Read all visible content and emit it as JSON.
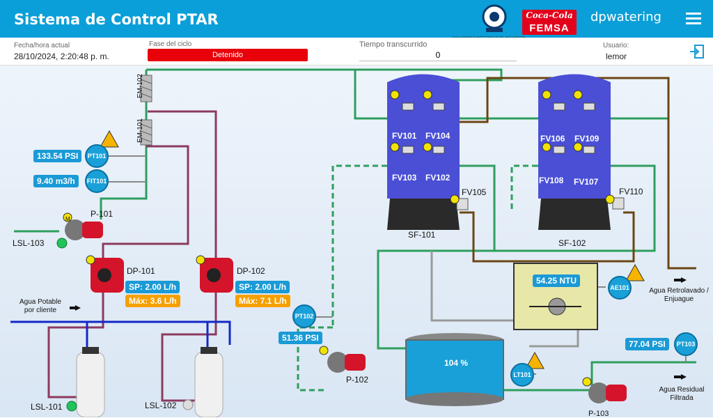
{
  "header": {
    "title": "Sistema de Control PTAR",
    "ing_caption": "SOLUCIONES INTEGRALES DE INGENIERIA",
    "coke_top": "Coca-Cola",
    "coke_bottom": "FEMSA",
    "dp_logo": "dpwatering",
    "menu_icon": "hamburger-menu-icon"
  },
  "info": {
    "datetime_label": "Fecha/hora actual",
    "datetime": "28/10/2024, 2:20:48 p. m.",
    "phase_label": "Fase del ciclo",
    "phase": "Detenido",
    "phase_color": "#e8000a",
    "elapsed_label": "Tiempo transcurrido",
    "elapsed": "0",
    "user_label": "Usuario:",
    "user": "lemor"
  },
  "instruments": {
    "em102": "EM-102",
    "em101": "EM-101",
    "pt101": "PT101",
    "pt101_val": "133.54 PSI",
    "fit101": "FIT101",
    "fit101_val": "9.40 m3/h",
    "p101": "P-101",
    "lsl103": "LSL-103",
    "dp101": "DP-101",
    "dp101_sp": "SP: 2.00 L/h",
    "dp101_max": "Máx: 3.6 L/h",
    "dp102": "DP-102",
    "dp102_sp": "SP: 2.00 L/h",
    "dp102_max": "Máx: 7.1 L/h",
    "agua_potable": "Agua Potable por cliente",
    "lsl101": "LSL-101",
    "lsl102": "LSL-102",
    "pt102": "PT102",
    "pt102_val": "51.36 PSI",
    "p102": "P-102",
    "sf101": "SF-101",
    "sf102": "SF-102",
    "fv101": "FV101",
    "fv104": "FV104",
    "fv103": "FV103",
    "fv102": "FV102",
    "fv105": "FV105",
    "fv106": "FV106",
    "fv109": "FV109",
    "fv108": "FV108",
    "fv107": "FV107",
    "fv110": "FV110",
    "ntu_val": "54.25 NTU",
    "ae101": "AE101",
    "agua_retro": "Agua Retrolavado / Enjuague",
    "tank_level": "104 %",
    "lt101": "LT101",
    "pt103": "PT103",
    "pt103_val": "77.04 PSI",
    "agua_residual": "Agua Residual Filtrada",
    "p103": "P-103",
    "motor_badge": "M"
  },
  "colors": {
    "green": "#2e9e5e",
    "maroon": "#8c3a5e",
    "brown": "#6b4513",
    "blue": "#1428c8",
    "grey": "#9a9a9a",
    "dashed": "#2e9e5e"
  }
}
